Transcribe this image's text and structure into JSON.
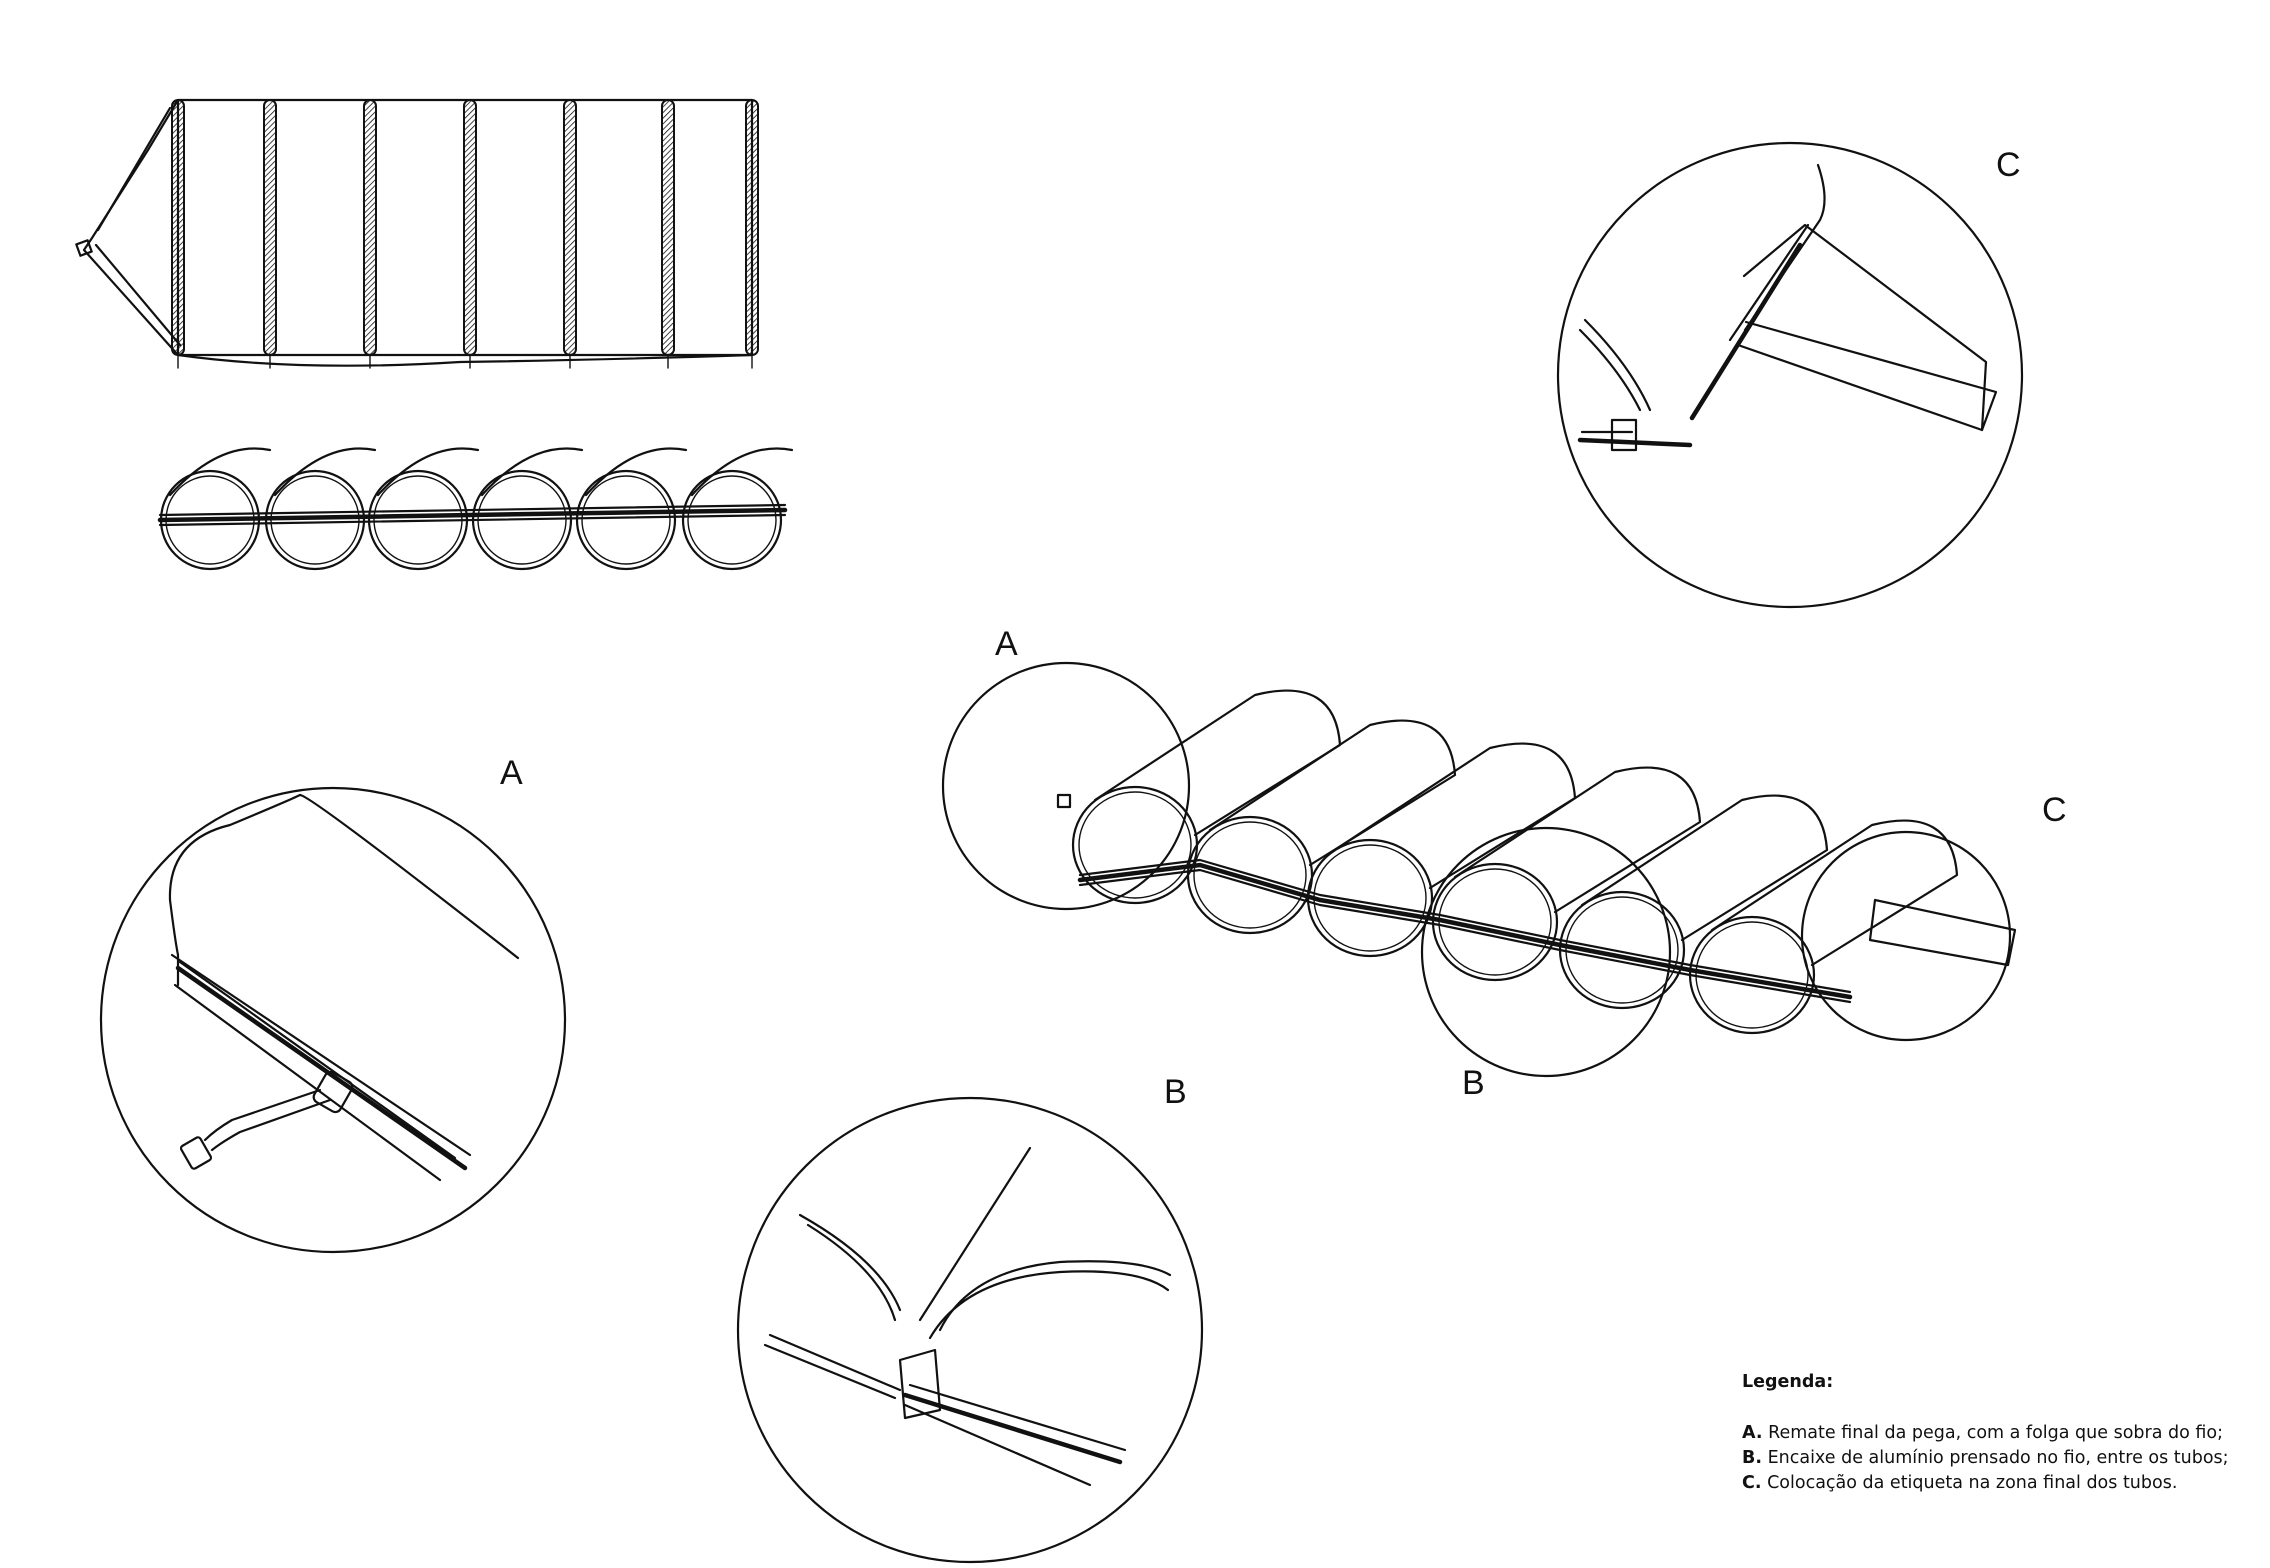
{
  "labels": {
    "detail_a": "A",
    "detail_b": "B",
    "detail_c": "C",
    "main_a": "A",
    "main_b": "B",
    "main_c": "C"
  },
  "legend": {
    "title": "Legenda:",
    "items": [
      {
        "key": "A.",
        "text": "Remate final da pega, com a folga que sobra do fio;"
      },
      {
        "key": "B.",
        "text": "Encaixe de alumínio prensado no fio, entre os tubos;"
      },
      {
        "key": "C.",
        "text": "Colocação da etiqueta na zona final dos tubos."
      }
    ]
  }
}
